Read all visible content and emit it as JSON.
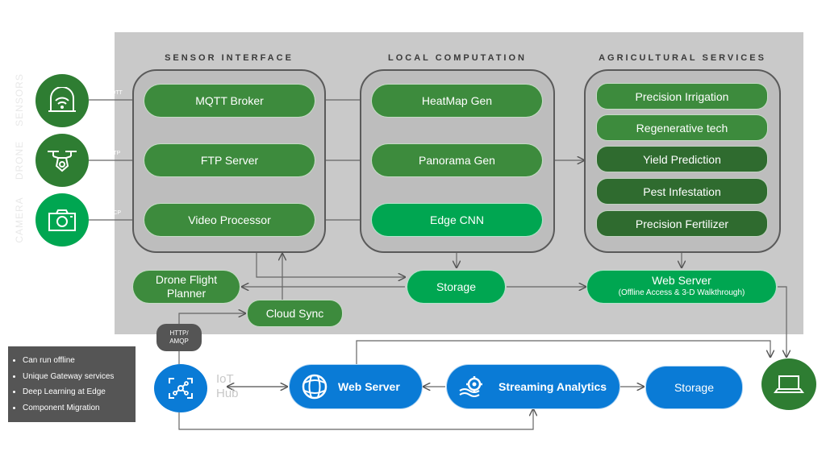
{
  "sections": {
    "sensor_interface": "SENSOR INTERFACE",
    "local_computation": "LOCAL COMPUTATION",
    "agricultural_services": "AGRICULTURAL SERVICES"
  },
  "devices": {
    "sensors": "SENSORS",
    "drone": "DRONE",
    "camera": "CAMERA"
  },
  "protocols": {
    "mqtt": "MQTT",
    "ftp": "FTP",
    "tcp": "TCP"
  },
  "sensor_nodes": {
    "mqtt_broker": "MQTT Broker",
    "ftp_server": "FTP Server",
    "video_processor": "Video Processor"
  },
  "compute_nodes": {
    "heatmap_gen": "HeatMap Gen",
    "panorama_gen": "Panorama Gen",
    "edge_cnn": "Edge CNN"
  },
  "agri_nodes": {
    "precision_irrigation": "Precision Irrigation",
    "regenerative_tech": "Regenerative tech",
    "yield_prediction": "Yield Prediction",
    "pest_infestation": "Pest Infestation",
    "precision_fertilizer": "Precision Fertilizer"
  },
  "other_nodes": {
    "drone_flight_planner_l1": "Drone Flight",
    "drone_flight_planner_l2": "Planner",
    "storage": "Storage",
    "cloud_sync": "Cloud Sync",
    "web_server": "Web Server",
    "web_server_sub": "(Offline Access & 3-D Walkthrough)"
  },
  "cloud": {
    "http_amqp_l1": "HTTP/",
    "http_amqp_l2": "AMQP",
    "iot_hub_l1": "IoT",
    "iot_hub_l2": "Hub",
    "web_server": "Web Server",
    "streaming_analytics": "Streaming Analytics",
    "storage": "Storage"
  },
  "features": [
    "Can run offline",
    "Unique Gateway services",
    "Deep Learning at Edge",
    "Component Migration"
  ],
  "colors": {
    "panel": "#c9c9c9",
    "dark_green": "#2e7d32",
    "bright_green": "#00a651",
    "blue": "#0a7bd6",
    "gray_box": "#555555"
  }
}
